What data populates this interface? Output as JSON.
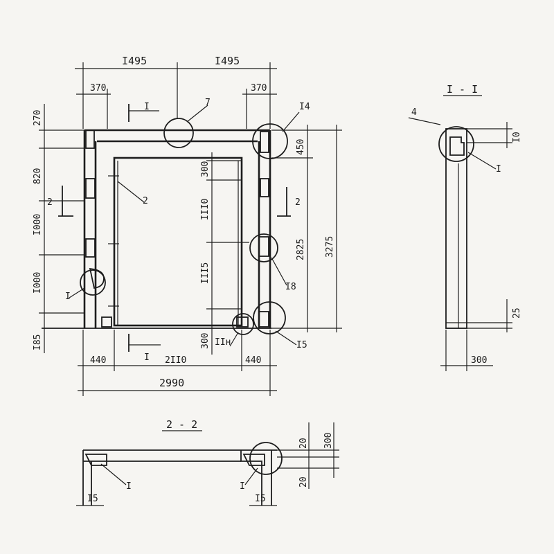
{
  "title_section_1_1": "I - I",
  "title_section_2_2": "2 - 2",
  "dims": {
    "top_left": "I495",
    "top_right": "I495",
    "top_370_left": "370",
    "top_370_right": "370",
    "left_270": "270",
    "left_820": "820",
    "left_1000_a": "I000",
    "left_1000_b": "I000",
    "left_185": "I85",
    "right_450": "450",
    "right_2825": "2825",
    "right_3275": "3275",
    "inner_300_top": "300",
    "inner_1110": "III0",
    "inner_1115": "III5",
    "inner_300_bottom": "300",
    "bottom_440_left": "440",
    "bottom_2110": "2II0",
    "bottom_440_right": "440",
    "bottom_2990": "2990",
    "sec11_10": "I0",
    "sec11_25": "25",
    "sec11_300": "300",
    "sec22_20_top": "20",
    "sec22_300": "300",
    "sec22_20_bottom": "20",
    "sec22_15_left": "I5",
    "sec22_15_right": "I5"
  },
  "markers": {
    "m7": "7",
    "m14": "I4",
    "m2_leader": "2",
    "m18": "I8",
    "m15": "I5",
    "m11n": "IIн",
    "m1_left": "I",
    "m4": "4",
    "m1_sec11": "I",
    "m1_sec22_left": "I",
    "m1_sec22_right": "I",
    "cut1_top": "I",
    "cut1_bottom": "I",
    "cut2_left": "2",
    "cut2_right": "2"
  }
}
